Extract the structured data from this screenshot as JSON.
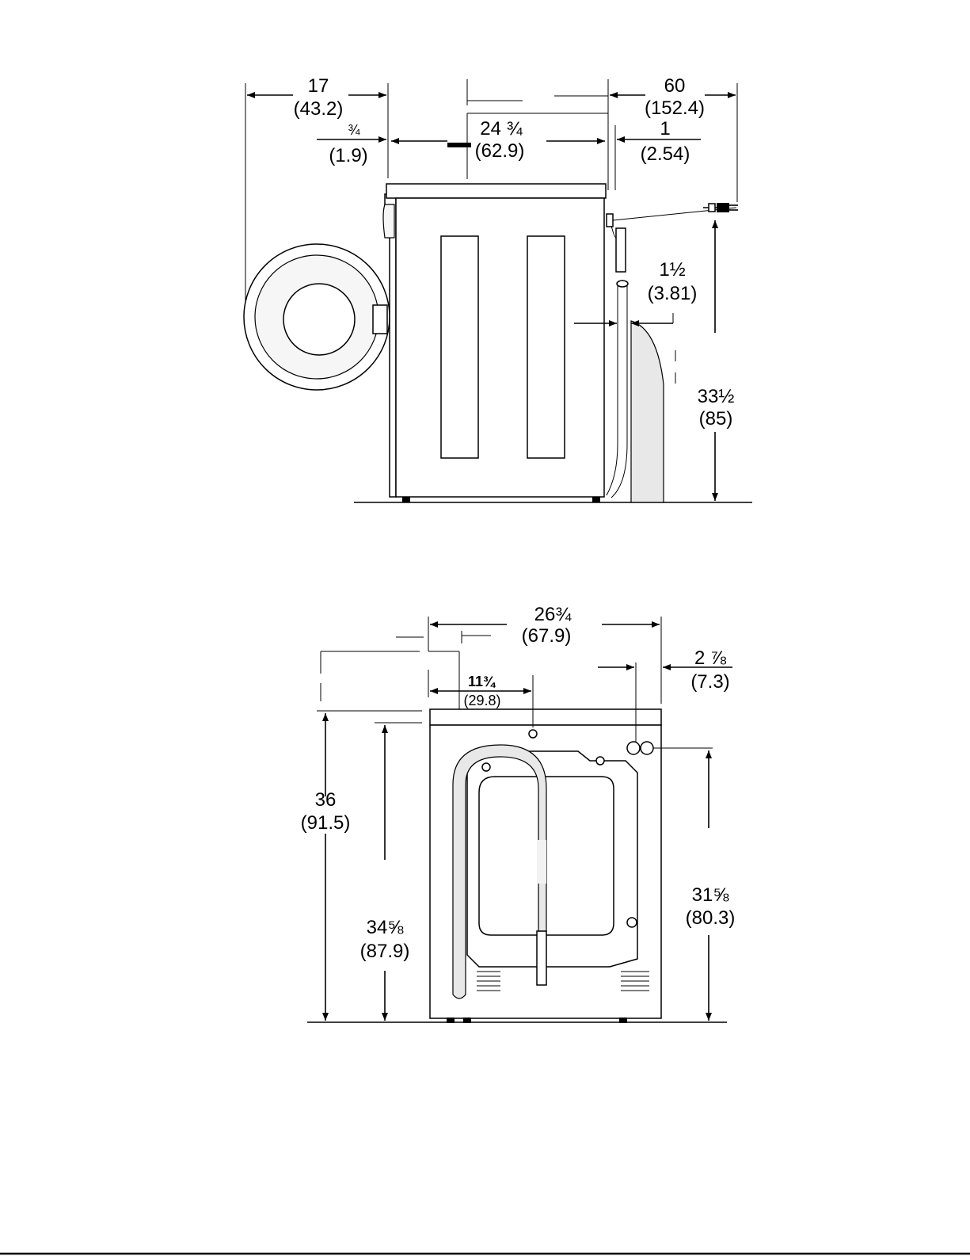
{
  "side_view": {
    "overall_depth": {
      "value": "17",
      "metric": "(43.2)"
    },
    "front_offset": {
      "value": "¾",
      "metric": "(1.9)"
    },
    "cabinet_depth": {
      "value": "24 ¾",
      "metric": "(62.9)"
    },
    "cord_length": {
      "value": "60",
      "metric": "(152.4)"
    },
    "rear_offset": {
      "value": "1",
      "metric": "(2.54)"
    },
    "hose_clearance": {
      "value": "1½",
      "metric": "(3.81)"
    },
    "hose_height": {
      "value": "33½",
      "metric": "(85)"
    }
  },
  "rear_view": {
    "overall_width": {
      "value": "26¾",
      "metric": "(67.9)"
    },
    "drain_offset": {
      "value": "11¾",
      "metric": "(29.8)"
    },
    "inlet_offset": {
      "value": "2 ⅞",
      "metric": "(7.3)"
    },
    "overall_height": {
      "value": "36",
      "metric": "(91.5)"
    },
    "cabinet_height": {
      "value": "34⅝",
      "metric": "(87.9)"
    },
    "inlet_height": {
      "value": "31⅝",
      "metric": "(80.3)"
    }
  }
}
